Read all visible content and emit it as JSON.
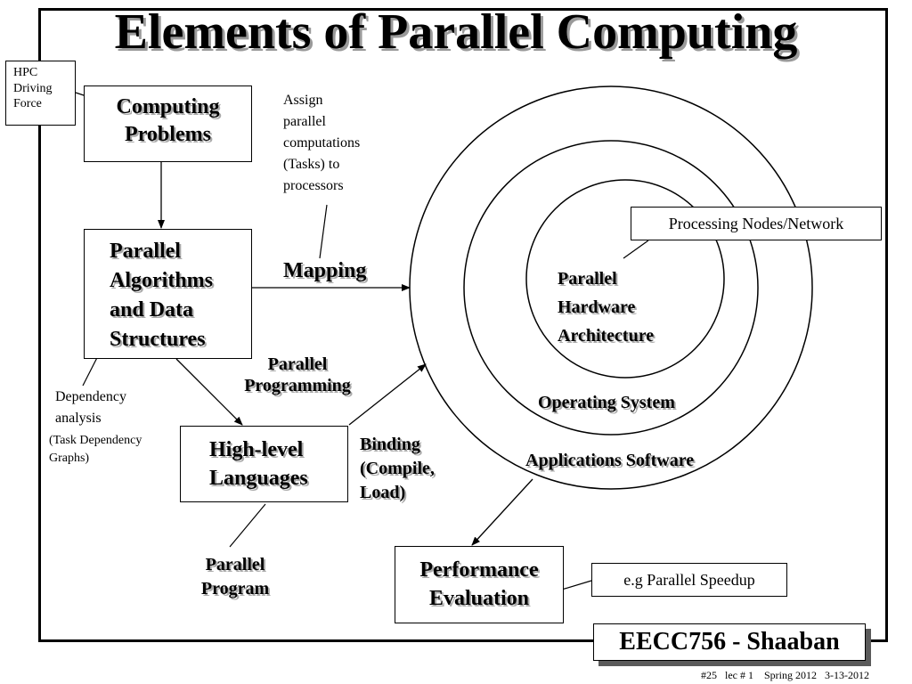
{
  "title": "Elements of Parallel Computing",
  "hpc_box": [
    "HPC",
    "Driving",
    "Force"
  ],
  "computing_problems": [
    "Computing",
    "Problems"
  ],
  "parallel_algorithms": [
    "Parallel",
    "Algorithms",
    "and Data",
    "Structures"
  ],
  "assign_note": [
    "Assign",
    "parallel",
    "computations",
    "(Tasks) to",
    "processors"
  ],
  "mapping": "Mapping",
  "parallel_programming": [
    "Parallel",
    "Programming"
  ],
  "dependency_analysis": [
    "Dependency",
    "analysis"
  ],
  "task_dependency": [
    "(Task Dependency",
    "Graphs)"
  ],
  "high_level_languages": [
    "High-level",
    "Languages"
  ],
  "binding": [
    "Binding",
    "(Compile,",
    "Load)"
  ],
  "parallel_program": [
    "Parallel",
    "Program"
  ],
  "processing_nodes": "Processing Nodes/Network",
  "parallel_hardware": [
    "Parallel",
    "Hardware",
    "Architecture"
  ],
  "operating_system": "Operating System",
  "applications_software": "Applications Software",
  "performance_evaluation": [
    "Performance",
    "Evaluation"
  ],
  "speedup_note": "e.g Parallel Speedup",
  "footer": {
    "course": "EECC756 - Shaaban",
    "slide_info": "#25   lec # 1    Spring 2012   3-13-2012"
  }
}
